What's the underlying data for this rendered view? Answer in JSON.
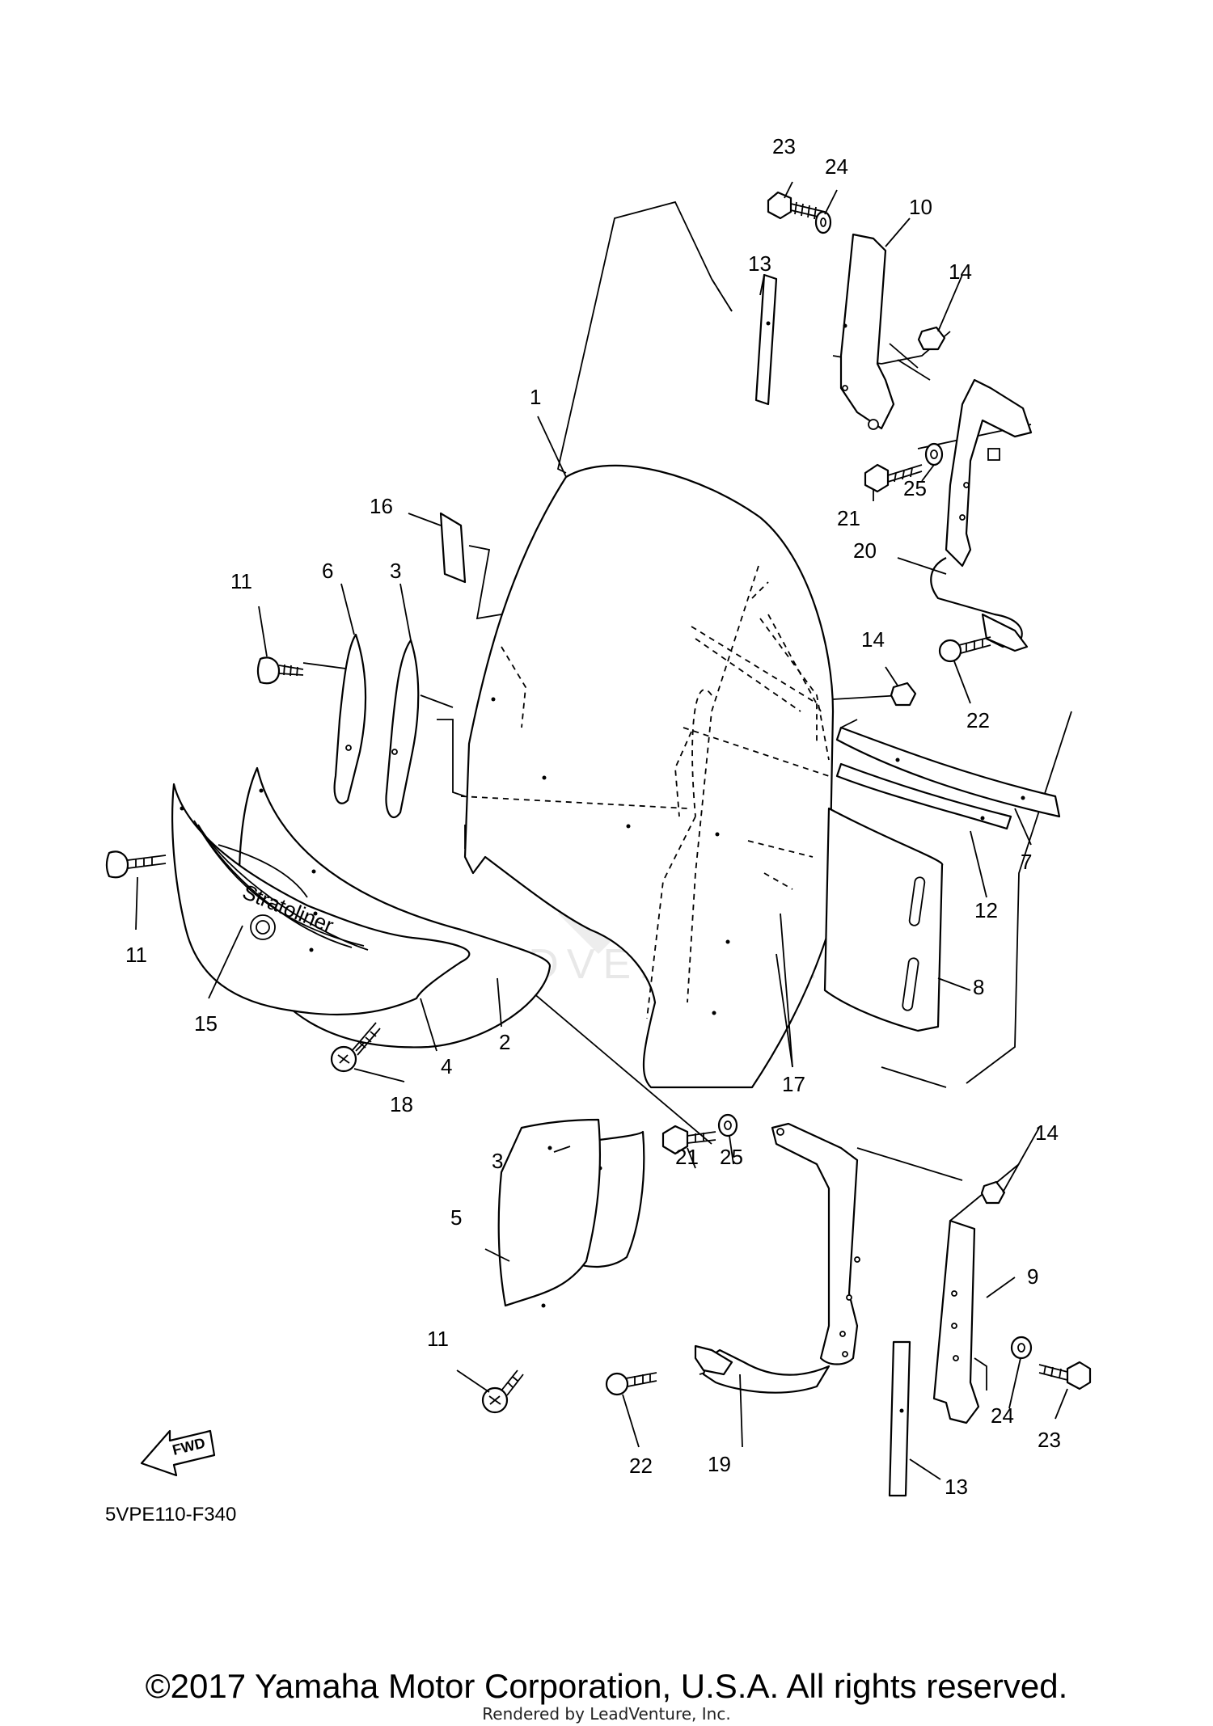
{
  "diagram": {
    "code": "5VPE110-F340",
    "fwd_label": "FWD",
    "emblem_text": "Stratoliner",
    "watermark": "LEADVENTURE",
    "copyright": "©2017 Yamaha Motor Corporation, U.S.A. All rights reserved.",
    "rendered_by": "Rendered by LeadVenture, Inc.",
    "callouts": [
      {
        "id": "c1",
        "text": "1"
      },
      {
        "id": "c2",
        "text": "2"
      },
      {
        "id": "c3a",
        "text": "3"
      },
      {
        "id": "c3b",
        "text": "3"
      },
      {
        "id": "c4",
        "text": "4"
      },
      {
        "id": "c5",
        "text": "5"
      },
      {
        "id": "c6",
        "text": "6"
      },
      {
        "id": "c7",
        "text": "7"
      },
      {
        "id": "c8",
        "text": "8"
      },
      {
        "id": "c9",
        "text": "9"
      },
      {
        "id": "c10",
        "text": "10"
      },
      {
        "id": "c11a",
        "text": "11"
      },
      {
        "id": "c11b",
        "text": "11"
      },
      {
        "id": "c11c",
        "text": "11"
      },
      {
        "id": "c12",
        "text": "12"
      },
      {
        "id": "c13a",
        "text": "13"
      },
      {
        "id": "c13b",
        "text": "13"
      },
      {
        "id": "c14a",
        "text": "14"
      },
      {
        "id": "c14b",
        "text": "14"
      },
      {
        "id": "c14c",
        "text": "14"
      },
      {
        "id": "c15",
        "text": "15"
      },
      {
        "id": "c16",
        "text": "16"
      },
      {
        "id": "c17",
        "text": "17"
      },
      {
        "id": "c18",
        "text": "18"
      },
      {
        "id": "c19",
        "text": "19"
      },
      {
        "id": "c20",
        "text": "20"
      },
      {
        "id": "c21a",
        "text": "21"
      },
      {
        "id": "c21b",
        "text": "21"
      },
      {
        "id": "c22a",
        "text": "22"
      },
      {
        "id": "c22b",
        "text": "22"
      },
      {
        "id": "c23a",
        "text": "23"
      },
      {
        "id": "c23b",
        "text": "23"
      },
      {
        "id": "c24a",
        "text": "24"
      },
      {
        "id": "c24b",
        "text": "24"
      },
      {
        "id": "c25a",
        "text": "25"
      },
      {
        "id": "c25b",
        "text": "25"
      }
    ]
  }
}
